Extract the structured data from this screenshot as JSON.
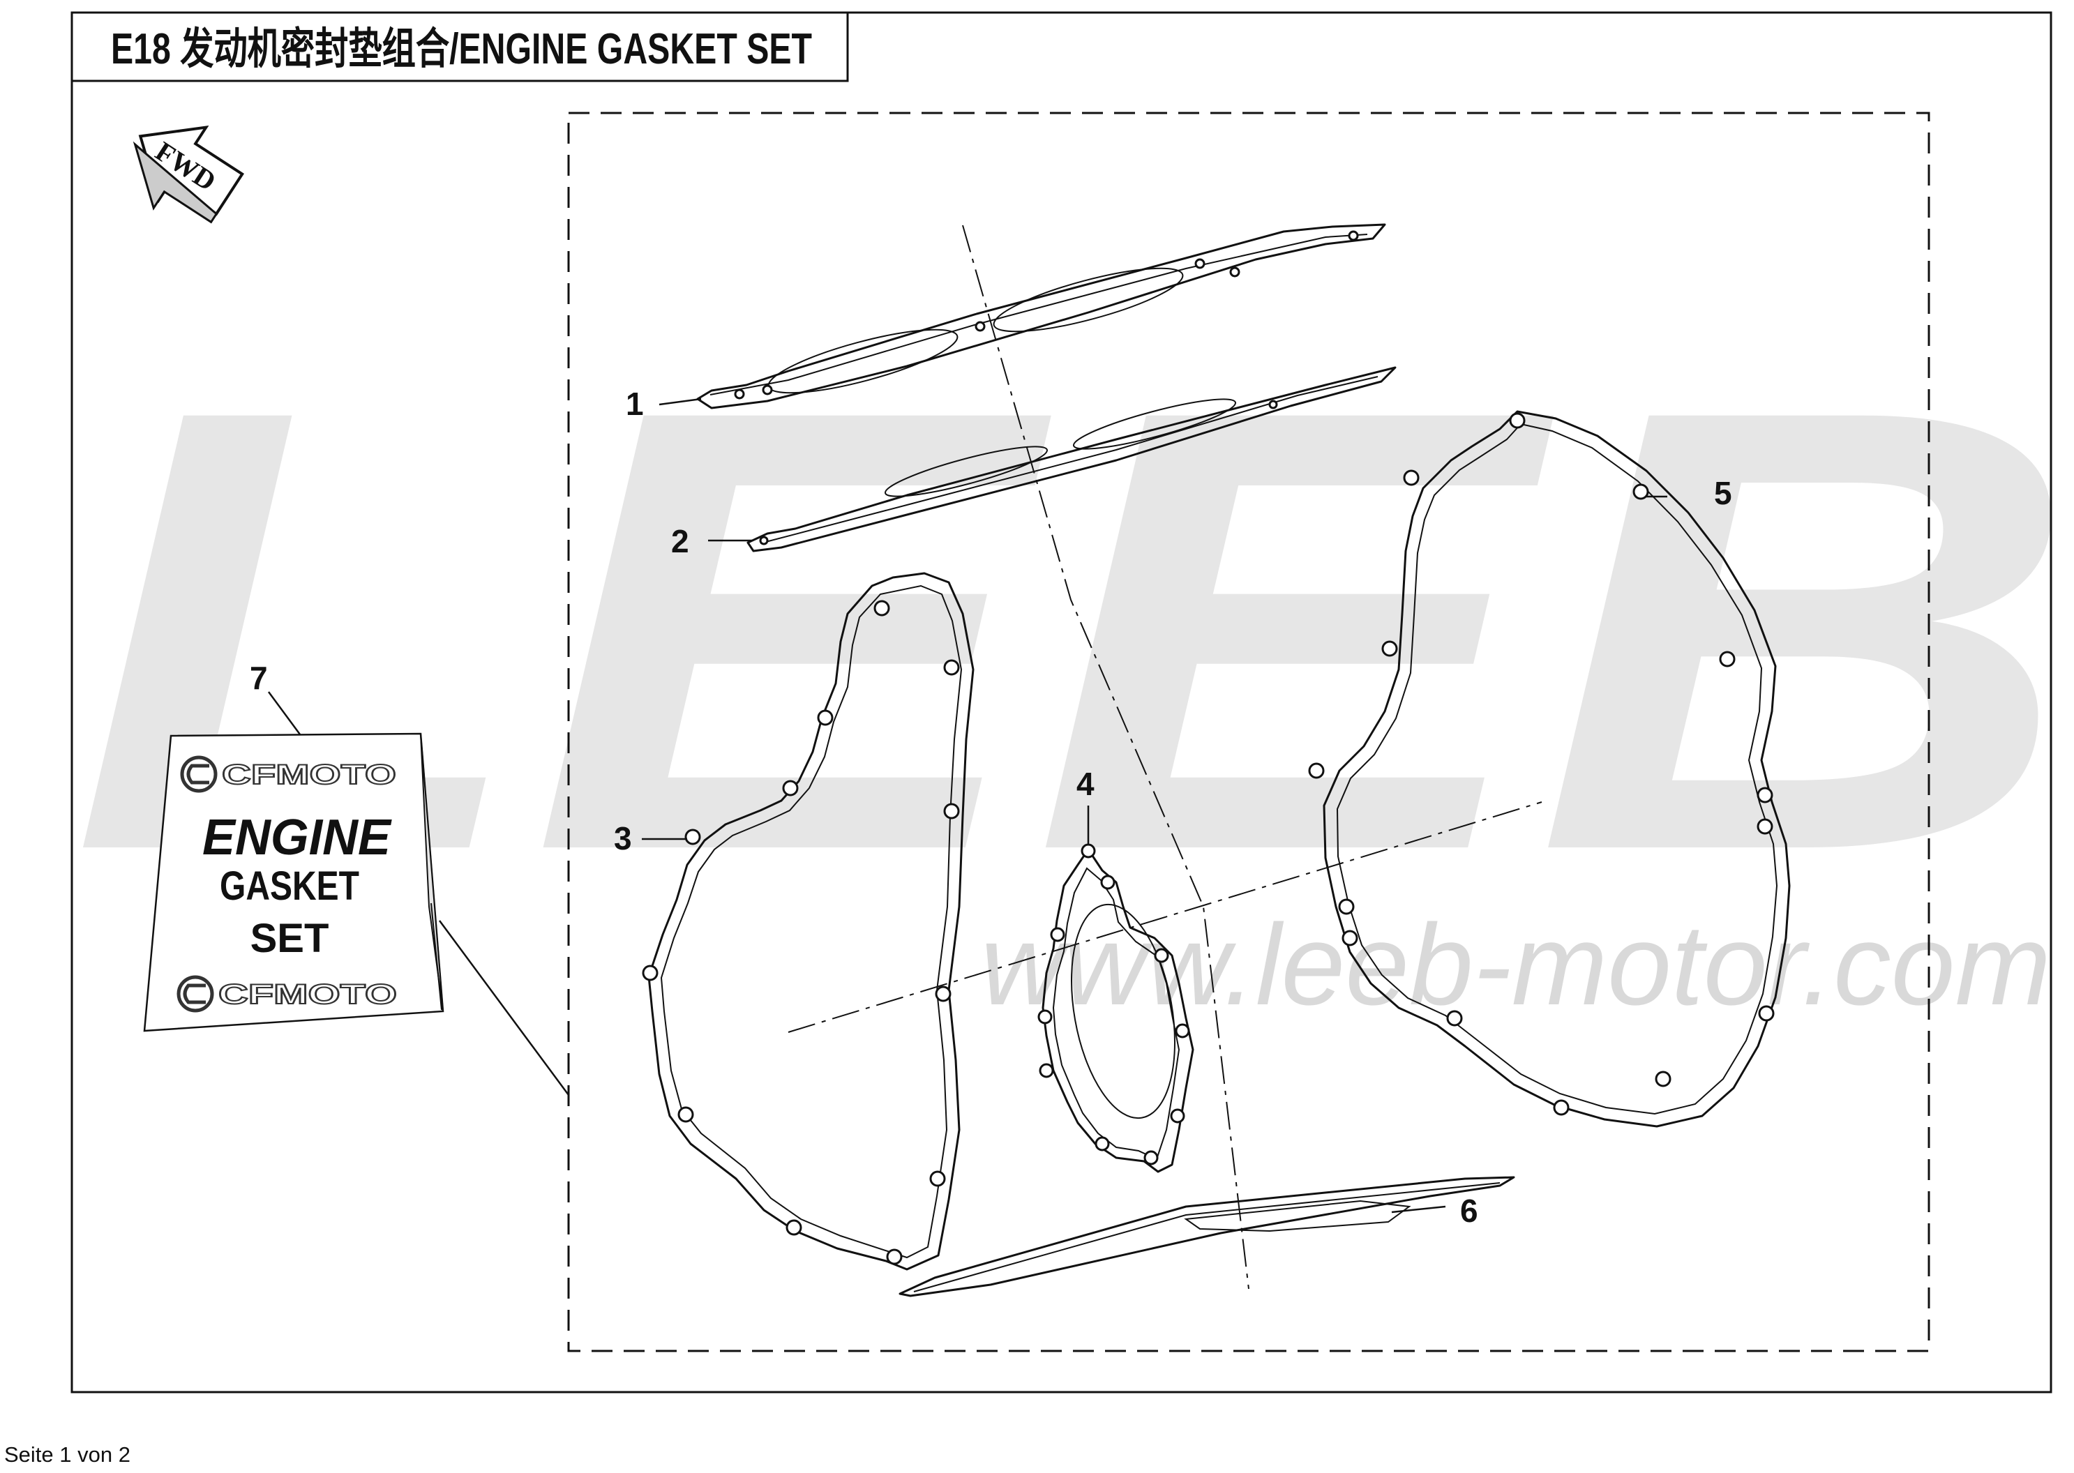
{
  "title": "E18 发动机密封垫组合/ENGINE GASKET SET",
  "fwd_label": "FWD",
  "watermark": {
    "logo": "LEEB",
    "url": "www.leeb-motor.com"
  },
  "callouts": [
    "1",
    "2",
    "3",
    "4",
    "5",
    "6",
    "7"
  ],
  "package": {
    "brand_top": "CFMOTO",
    "line1": "ENGINE",
    "line2": "GASKET",
    "line3": "SET",
    "brand_bottom": "CFMOTO"
  },
  "footer": "Seite 1 von 2",
  "colors": {
    "ink": "#111111",
    "watermark": "#e6e6e6",
    "watermark_url": "#d9d9d9",
    "background": "#ffffff"
  }
}
